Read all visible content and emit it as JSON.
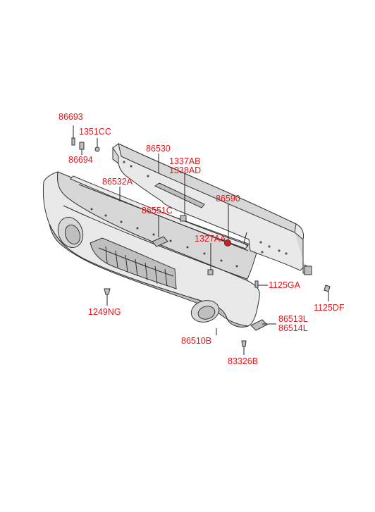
{
  "colors": {
    "label": "#e8141c",
    "part_fill": "#d7d7d7",
    "part_fill_light": "#e9e9e9",
    "part_fill_dark": "#bfbfbf",
    "outline": "#333333",
    "background": "#ffffff"
  },
  "labels": {
    "p86693": "86693",
    "p1351CC": "1351CC",
    "p86694": "86694",
    "p86530": "86530",
    "p1337AB": "1337AB",
    "p1338AD": "1338AD",
    "p86532A": "86532A",
    "p86590": "86590",
    "p86551C": "86551C",
    "p1327AA": "1327AA",
    "p1125GA": "1125GA",
    "p1125DF": "1125DF",
    "p1249NG": "1249NG",
    "p86510B": "86510B",
    "p86513L": "86513L",
    "p86514L": "86514L",
    "p83326B": "83326B"
  }
}
